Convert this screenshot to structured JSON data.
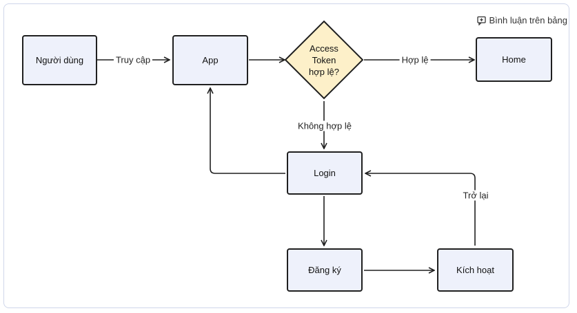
{
  "toolbar": {
    "comment_label": "Bình luận trên bảng"
  },
  "nodes": {
    "user": "Người dùng",
    "app": "App",
    "decision": [
      "Access",
      "Token",
      "hợp lệ?"
    ],
    "home": "Home",
    "login": "Login",
    "register": "Đăng ký",
    "activate": "Kích hoạt"
  },
  "edges": {
    "access": "Truy cập",
    "valid": "Hợp lệ",
    "invalid": "Không hợp lệ",
    "back": "Trở lại"
  },
  "colors": {
    "node_fill": "#eef1fb",
    "decision_fill": "#fdf0c9",
    "stroke": "#1f1f1f",
    "frame_border": "#cfd6ea"
  }
}
